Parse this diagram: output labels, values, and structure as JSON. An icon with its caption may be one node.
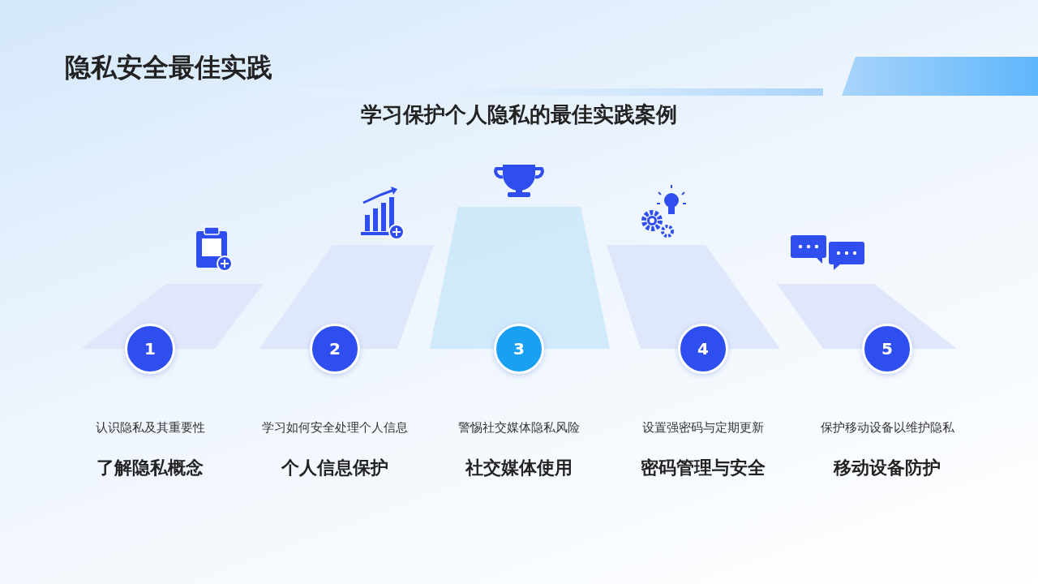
{
  "diagram": {
    "title": "隐私安全最佳实践",
    "nodes": [
      {
        "text": [
          "1"
        ],
        "beside": [
          "认识隐私及其重要性",
          "了解隐私概念"
        ]
      },
      {
        "text": [
          "2"
        ],
        "beside": [
          "学习如何安全处理个人信息",
          "个人信息保护"
        ]
      },
      {
        "text": [
          "3"
        ],
        "beside": [
          "警惕社交媒体隐私风险",
          "社交媒体使用"
        ]
      },
      {
        "text": [
          "4"
        ],
        "beside": [
          "设置强密码与定期更新",
          "密码管理与安全"
        ]
      },
      {
        "text": [
          "5"
        ],
        "beside": [
          "保护移动设备以维护隐私",
          "移动设备防护"
        ]
      }
    ],
    "labels": [
      "学习保护个人隐私的最佳实践案例"
    ]
  }
}
